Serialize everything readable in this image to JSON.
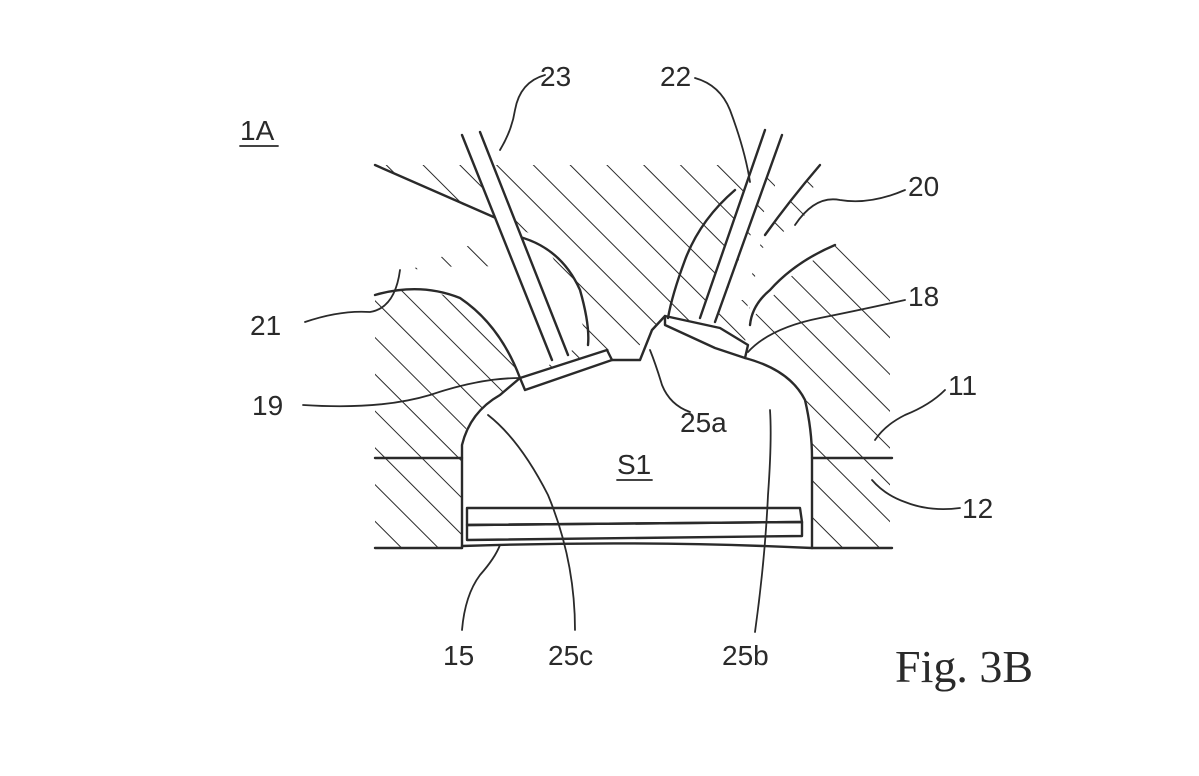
{
  "figure": {
    "caption": "Fig. 3B",
    "labels": {
      "ref_1A": "1A",
      "ref_23": "23",
      "ref_22": "22",
      "ref_20": "20",
      "ref_18": "18",
      "ref_21": "21",
      "ref_11": "11",
      "ref_19": "19",
      "ref_25a": "25a",
      "ref_S1": "S1",
      "ref_12": "12",
      "ref_15": "15",
      "ref_25c": "25c",
      "ref_25b": "25b"
    }
  }
}
